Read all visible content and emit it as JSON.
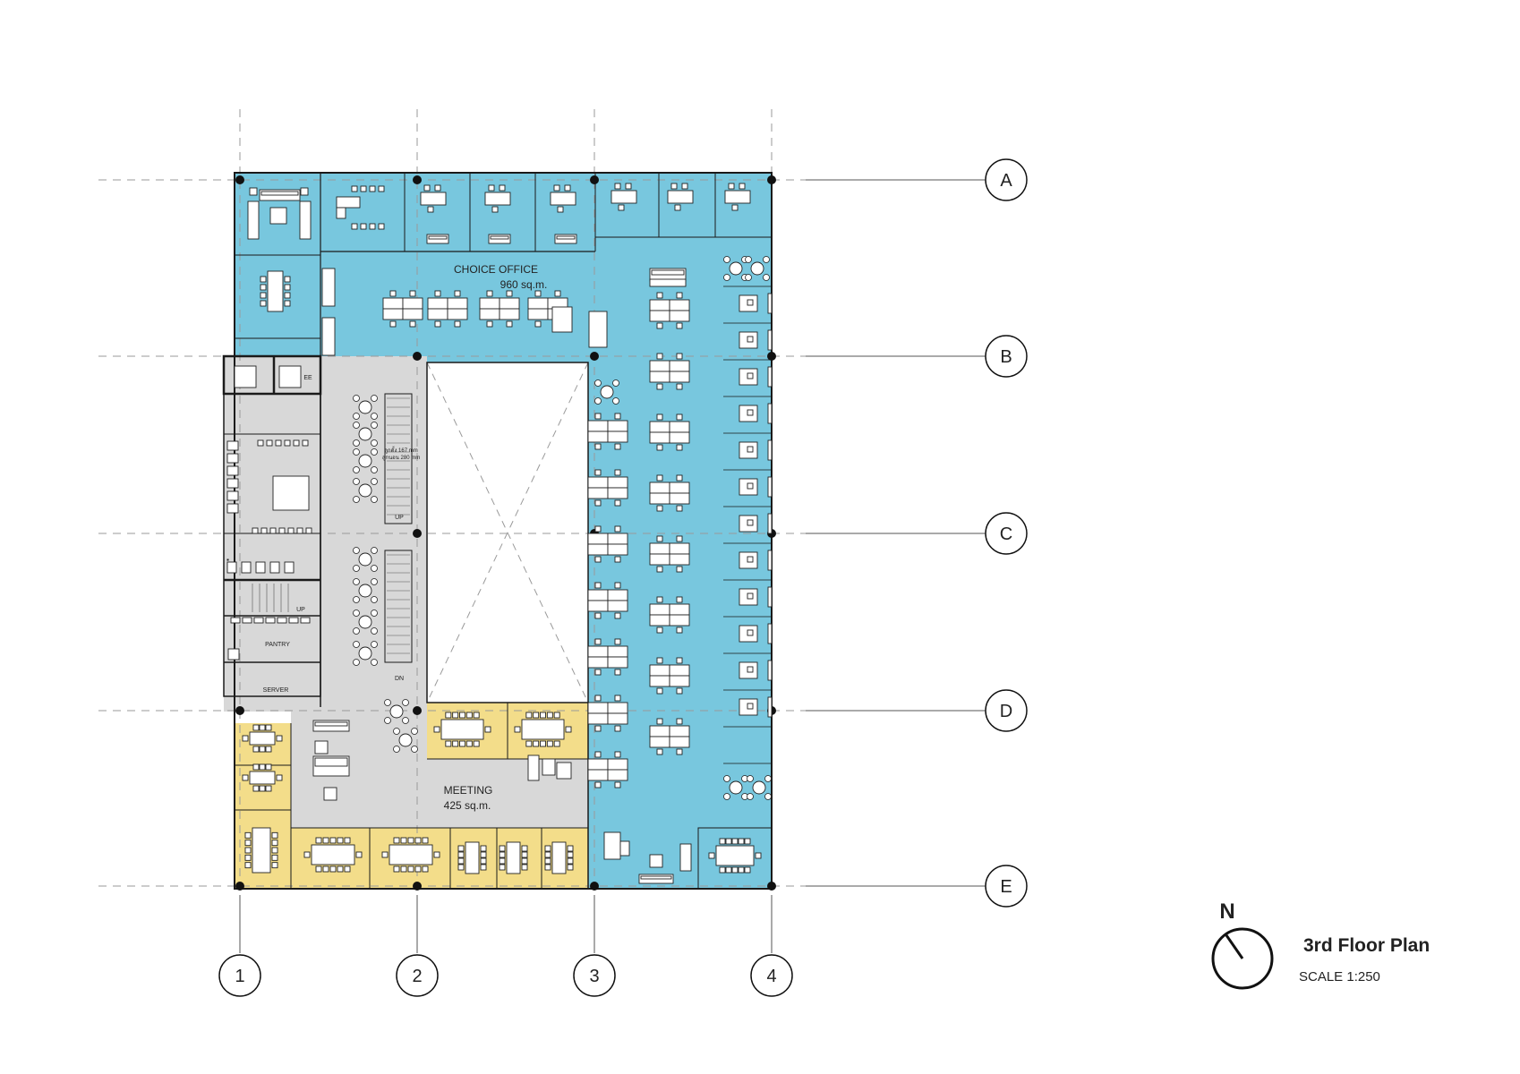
{
  "drawing": {
    "title": "3rd Floor Plan",
    "scale": "SCALE 1:250",
    "north_label": "N"
  },
  "grid": {
    "rows": [
      "A",
      "B",
      "C",
      "D",
      "E"
    ],
    "columns": [
      "1",
      "2",
      "3",
      "4"
    ]
  },
  "zones": {
    "office_name": "CHOICE OFFICE",
    "office_area": "960 sq.m.",
    "meeting_name": "MEETING",
    "meeting_area": "425 sq.m."
  },
  "rooms": {
    "pantry": "PANTRY",
    "server": "SERVER",
    "ee": "EE",
    "stair_up_1": "UP",
    "stair_up_2": "UP",
    "stair_dn": "DN",
    "stair_note_1": "ลูกตั้ง 167 mm",
    "stair_note_2": "ลูกนอน 280 mm"
  },
  "colors": {
    "office": "#78c7de",
    "meeting": "#f3dd8a",
    "core": "#d8d8d8",
    "outline": "#1a1a1a"
  }
}
